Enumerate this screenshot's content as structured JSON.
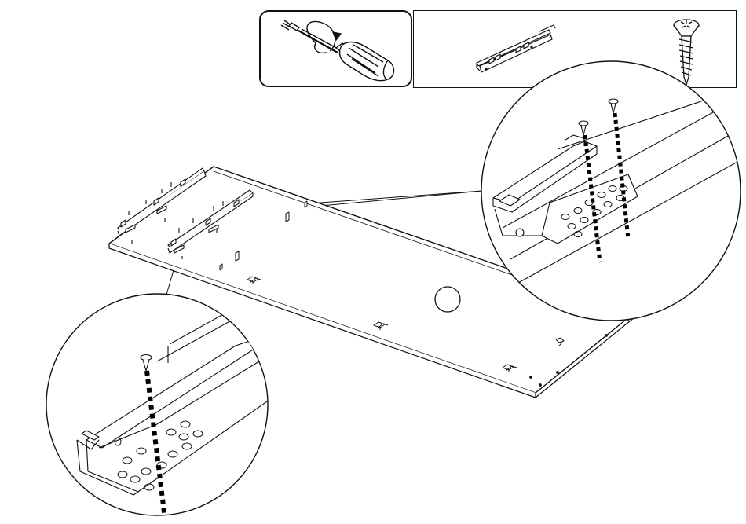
{
  "figure": {
    "background": "#ffffff",
    "line_color": "#111111",
    "dash_color": "#000000"
  },
  "tools": {
    "panel_1": {
      "icon": "screwdriver-icon"
    },
    "panel_2": {
      "icon": "drawer-rail-icon"
    },
    "panel_3": {
      "icon": "wood-screw-icon"
    }
  },
  "board": {
    "icon": "panel-board"
  },
  "details": {
    "top_right": {
      "icon": "rail-screw-detail"
    },
    "bottom_left": {
      "icon": "rail-screw-detail"
    }
  }
}
